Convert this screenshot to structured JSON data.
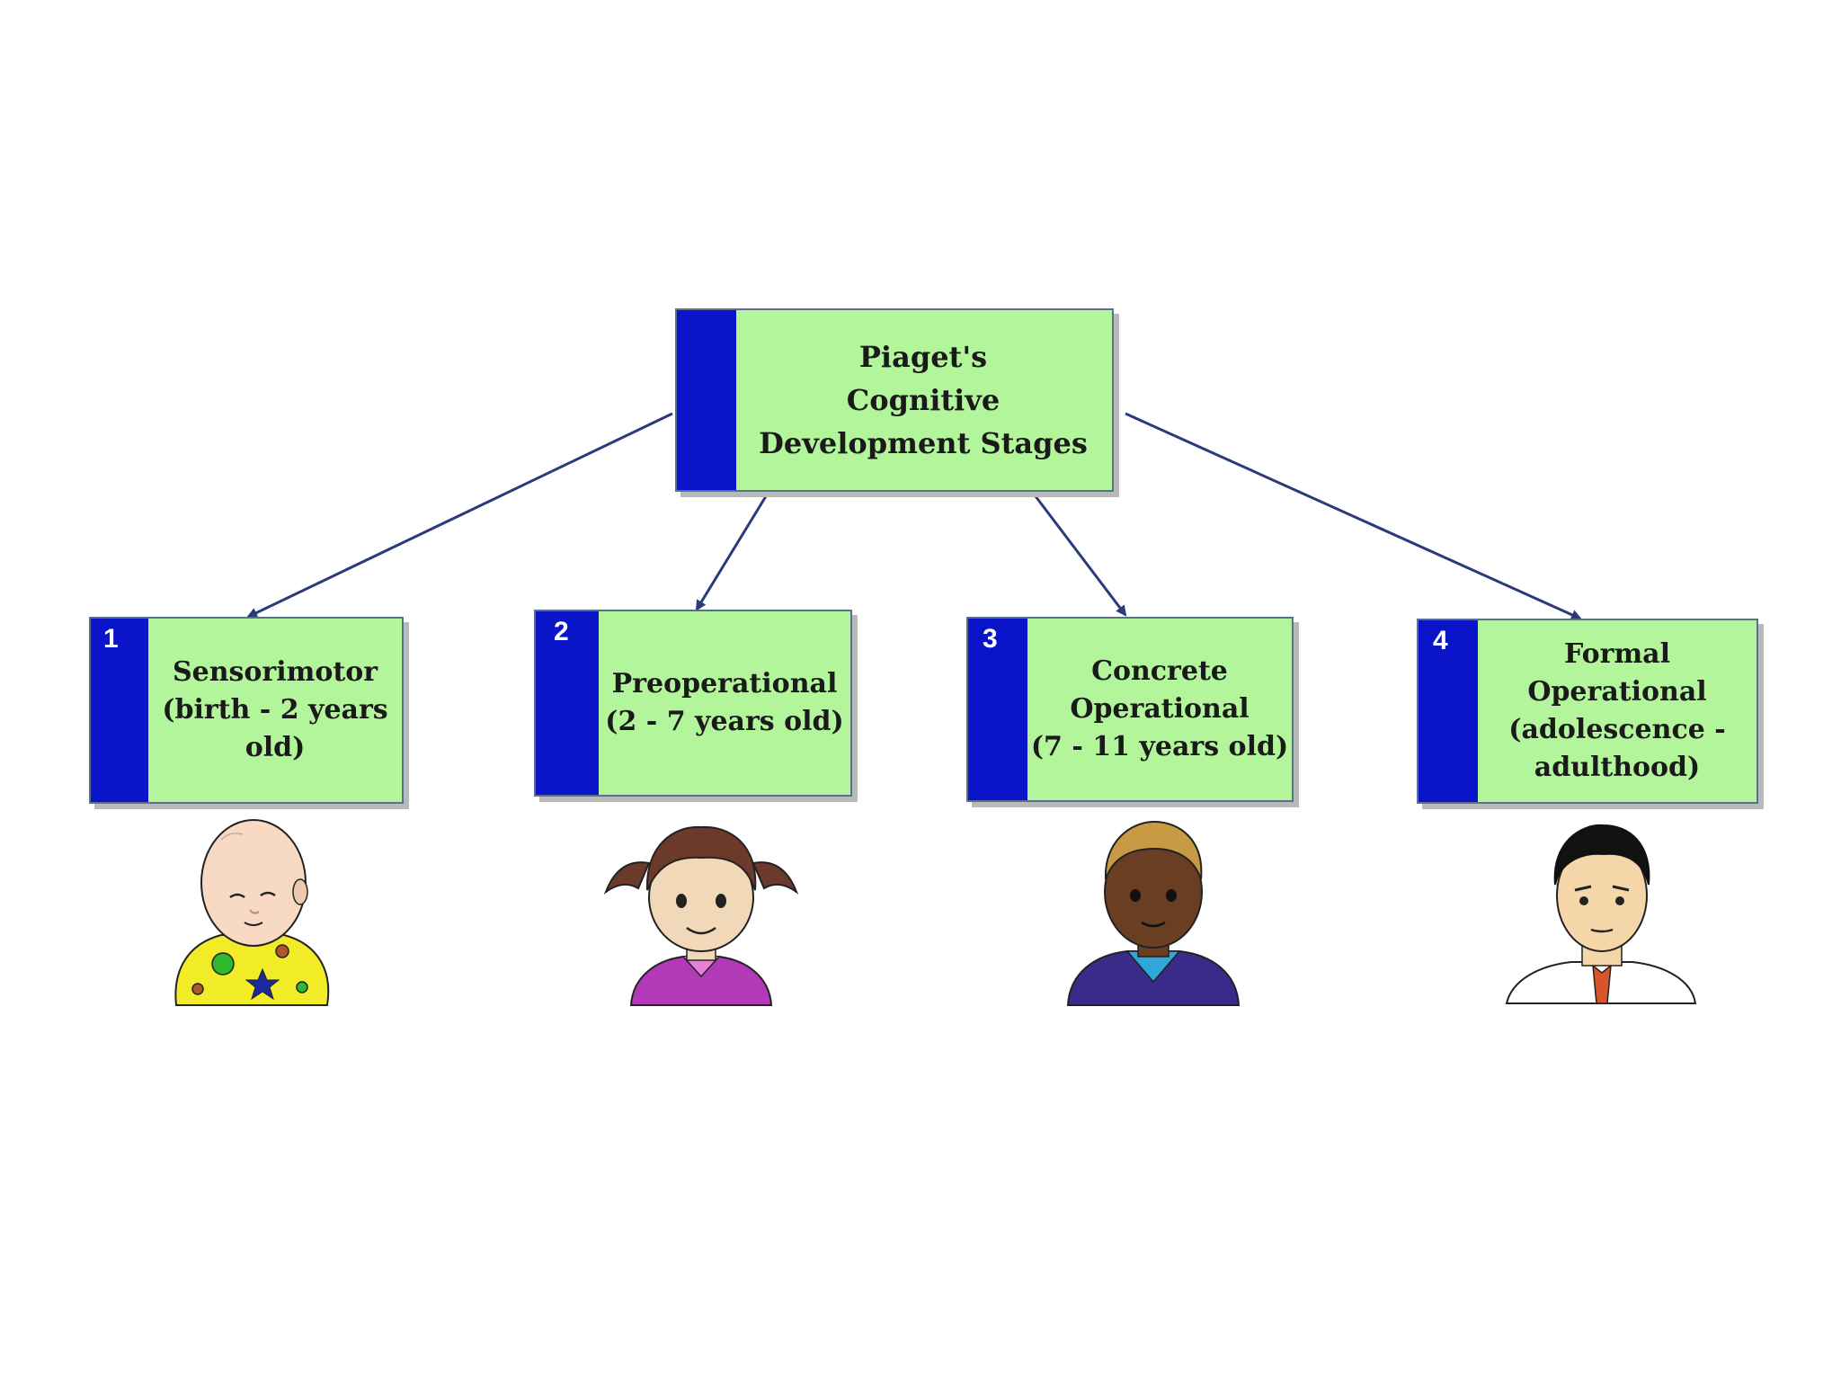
{
  "root": {
    "lines": [
      "Piaget's",
      "Cognitive",
      "Development Stages"
    ]
  },
  "stages": [
    {
      "number": "1",
      "lines": [
        "Sensorimotor",
        "(birth - 2 years",
        "old)"
      ],
      "figure": "baby-figure"
    },
    {
      "number": "2",
      "lines": [
        "Preoperational",
        "(2 - 7 years old)"
      ],
      "figure": "girl-figure"
    },
    {
      "number": "3",
      "lines": [
        "Concrete",
        "Operational",
        "(7 - 11 years old)"
      ],
      "figure": "boy-figure"
    },
    {
      "number": "4",
      "lines": [
        "Formal Operational",
        "(adolescence -",
        "adulthood)"
      ],
      "figure": "man-figure"
    }
  ],
  "colors": {
    "box_fill": "#b2f59a",
    "stripe": "#0a14c8",
    "arrow": "#2a3a7a"
  }
}
